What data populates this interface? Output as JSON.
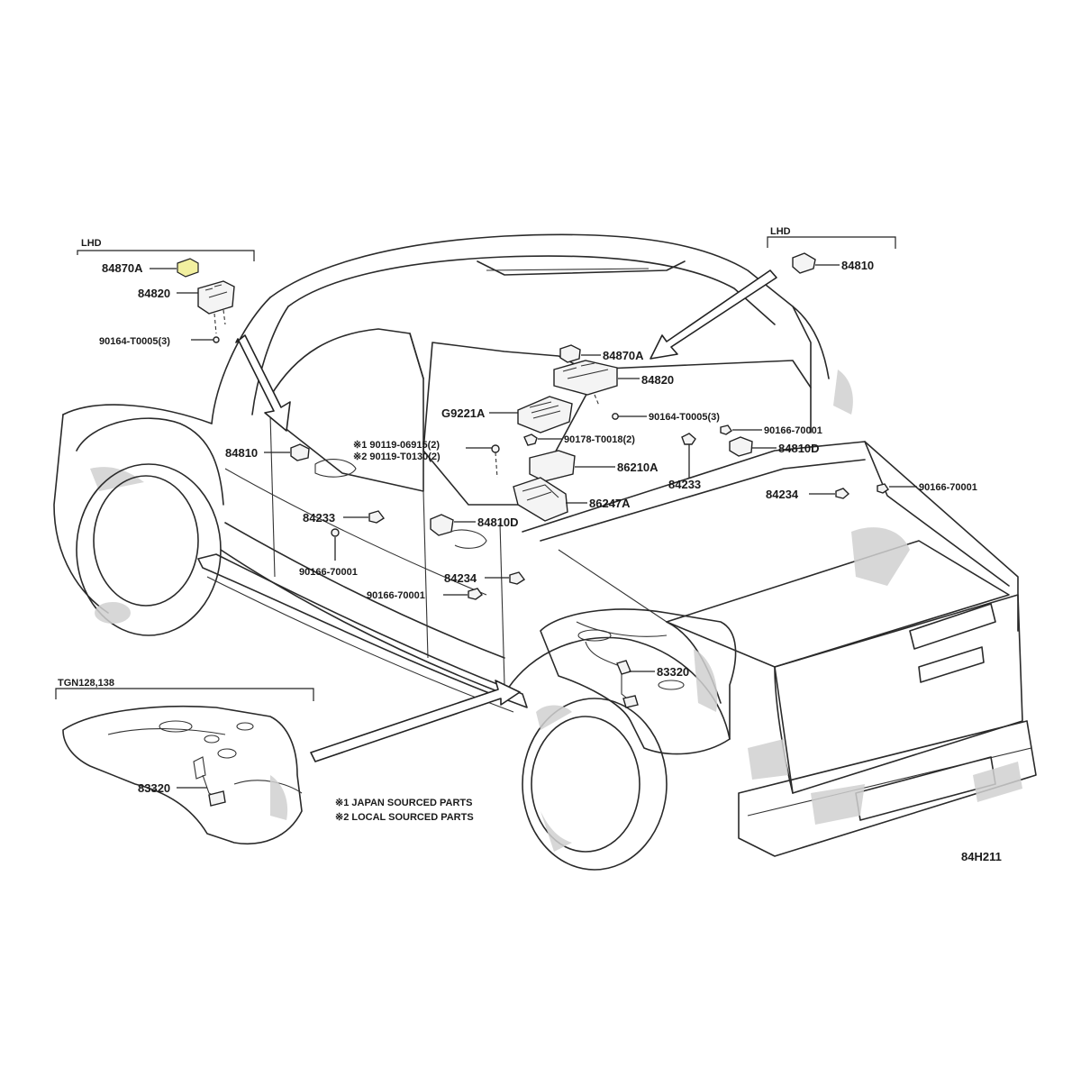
{
  "labels": {
    "lhd_left": "LHD",
    "rhd_right": "LHD",
    "tank_variant": "TGN128,138",
    "p_84870A_left": "84870A",
    "p_84820_left": "84820",
    "p_90164_left": "90164-T0005(3)",
    "p_84810_right_top": "84810",
    "p_84870A_center": "84870A",
    "p_84820_center": "84820",
    "p_G9221A": "G9221A",
    "p_90164_center": "90164-T0005(3)",
    "p_90166_a": "90166-70001",
    "p_90178": "90178-T0018(2)",
    "p_84810D_right": "84810D",
    "p_84810_left": "84810",
    "p_note1_bolt": "※1 90119-06915(2)",
    "p_note2_bolt": "※2 90119-T0130(2)",
    "p_86210A": "86210A",
    "p_84233_right": "84233",
    "p_84234_right": "84234",
    "p_90166_b": "90166-70001",
    "p_86247A": "86247A",
    "p_84233_left": "84233",
    "p_84810D_center": "84810D",
    "p_90166_c": "90166-70001",
    "p_84234_center": "84234",
    "p_90166_d": "90166-70001",
    "p_83320_center": "83320",
    "p_83320_left": "83320"
  },
  "notes": {
    "note1": "※1 JAPAN SOURCED PARTS",
    "note2": "※2 LOCAL SOURCED PARTS"
  },
  "figure_code": "84H211",
  "colors": {
    "highlight": "#f2f0a0",
    "line": "#2a2a2a",
    "shade": "#cfcfcf"
  }
}
